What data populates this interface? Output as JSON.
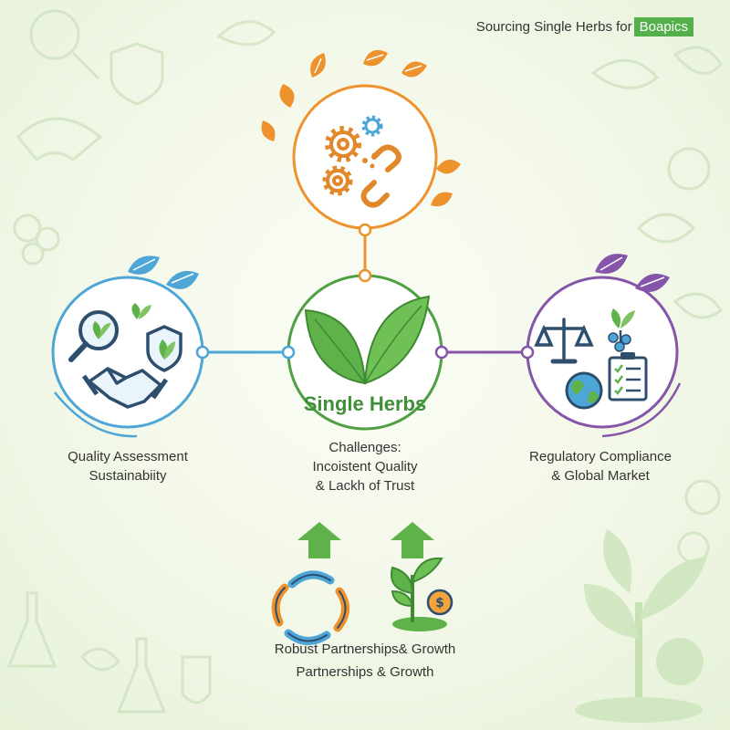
{
  "header": {
    "title": "Sourcing Single Herbs for",
    "brand": "Boapics"
  },
  "center": {
    "title": "Single Herbs",
    "subtitle_lines": [
      "Challenges:",
      "Incoistent Quality",
      "& Lackh of Trust"
    ]
  },
  "left": {
    "lines": [
      "Quality Assessment",
      "Sustainabiity"
    ]
  },
  "right": {
    "lines": [
      "Regulatory Compliance",
      "& Global Market"
    ]
  },
  "bottom": {
    "line1": "Robust Partnerships& Growth",
    "line2": "Partnerships & Growth"
  },
  "colors": {
    "green": "#4f9f43",
    "green_light": "#7ec35f",
    "orange": "#ee922d",
    "blue": "#4ea6d6",
    "purple": "#8455a8",
    "navy": "#2e4e6e"
  },
  "icons": [
    "gears-icon",
    "broken-chain-icon",
    "herb-leaves-icon",
    "magnifier-leaf-icon",
    "shield-leaf-icon",
    "handshake-icon",
    "scales-icon",
    "globe-icon",
    "checklist-icon",
    "berries-icon",
    "partnership-cycle-icon",
    "growth-plant-coin-icon",
    "up-arrow-icon"
  ]
}
